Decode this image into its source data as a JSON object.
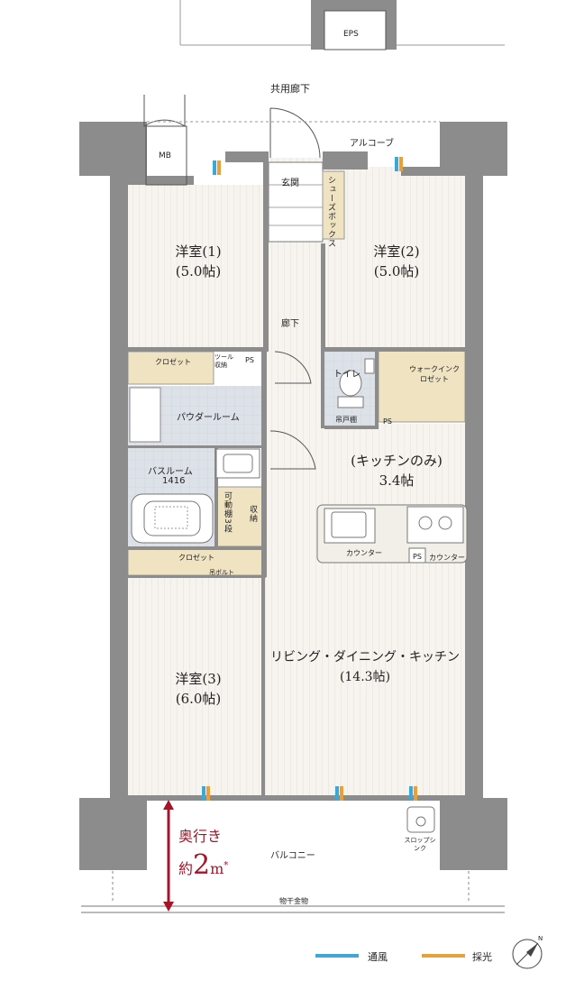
{
  "labels": {
    "eps": "EPS",
    "corridor_common": "共用廊下",
    "alcove": "アルコーブ",
    "mb": "MB",
    "entrance": "玄関",
    "shoe_box": "シューズボックス",
    "hallway": "廊下",
    "closet_1": "クロゼット",
    "tool_storage": "ツール収納",
    "ps_1": "PS",
    "toilet": "トイレ",
    "walkin_closet": "ウォークインクロゼット",
    "shelf": "吊戸棚",
    "ps_2": "PS",
    "powder_room": "パウダールーム",
    "bathroom": "バスルーム",
    "bathroom_size": "1416",
    "movable_shelf": "可動棚3段",
    "storage": "収納",
    "closet_3": "クロゼット",
    "hanger_pole": "吊ボルト",
    "counter_1": "カウンター",
    "ps_3": "PS",
    "counter_2": "カウンター",
    "balcony": "バルコニー",
    "slop_sink": "スロップシンク",
    "drying_rack": "物干金物"
  },
  "rooms": {
    "western_1_name": "洋室(1)",
    "western_1_size": "(5.0帖)",
    "western_2_name": "洋室(2)",
    "western_2_size": "(5.0帖)",
    "western_3_name": "洋室(3)",
    "western_3_size": "(6.0帖)",
    "kitchen_only_name": "キッチンのみ",
    "kitchen_only_size": "3.4帖",
    "ldk_name": "リビング・ダイニング・キッチン",
    "ldk_size": "(14.3帖)"
  },
  "depth": {
    "line1": "奥行き",
    "prefix": "約",
    "value": "2",
    "unit": "m",
    "mark": "*"
  },
  "legend": {
    "ventilation": "通風",
    "daylight": "採光"
  },
  "compass": {
    "north": "N"
  },
  "colors": {
    "wall": "#8c8c8c",
    "floor_wood": "#f6f3ee",
    "wet_area": "#d9dde3",
    "closet": "#efe3c2",
    "ventilation": "#3fa7d6",
    "daylight": "#e8a13a",
    "depth_accent": "#a51428"
  }
}
